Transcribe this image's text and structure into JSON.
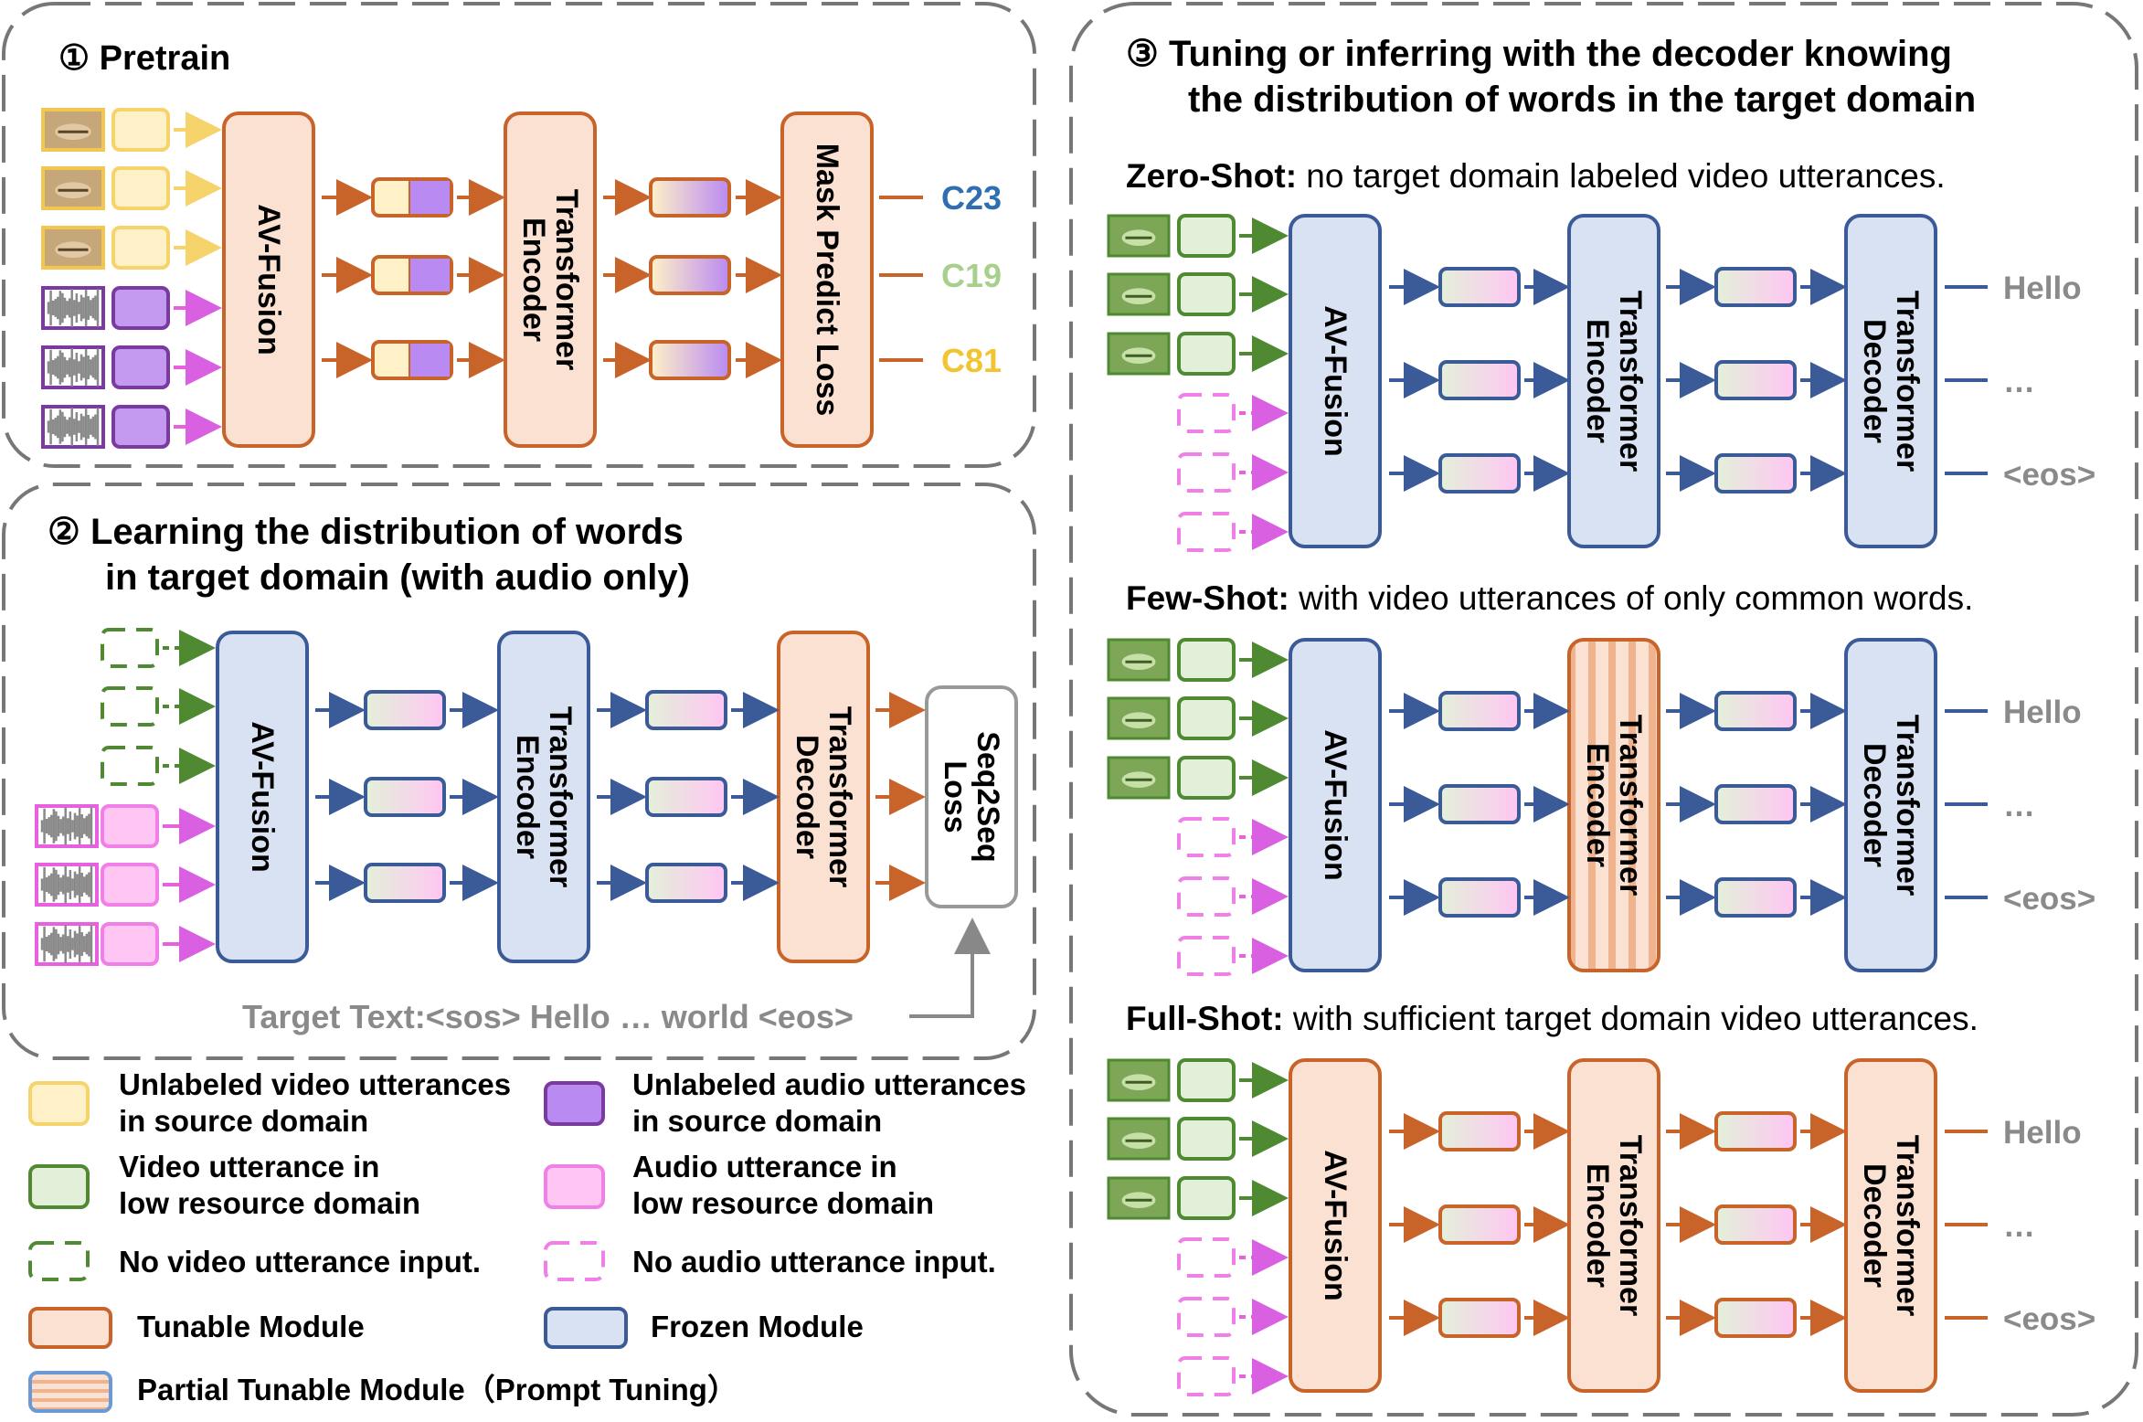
{
  "colors": {
    "orange": "#c8642a",
    "orange_fill": "#fbe1d2",
    "blue": "#3b5a98",
    "blue_fill": "#d9e2f3",
    "yellow": "#f6d36b",
    "yellow_fill": "#fff1c7",
    "purple": "#7a3aa0",
    "purple_fill": "#c49af0",
    "green": "#4f8a32",
    "green_fill": "#e3f0d9",
    "pink": "#e860e0",
    "pink_fill": "#ffc6f3",
    "gray": "#888888"
  },
  "panel1": {
    "title": "① Pretrain",
    "av_fusion": "AV-Fusion",
    "encoder": [
      "Transformer",
      "Encoder"
    ],
    "loss": "Mask Predict Loss",
    "outputs": [
      "C23",
      "C19",
      "C81"
    ],
    "output_colors": [
      "#2f6eb0",
      "#a8d08d",
      "#f2c431"
    ]
  },
  "panel2": {
    "title_line1": "② Learning the distribution of words",
    "title_line2": "in target domain (with audio only)",
    "av_fusion": "AV-Fusion",
    "encoder": [
      "Transformer",
      "Encoder"
    ],
    "decoder": [
      "Transformer",
      "Decoder"
    ],
    "loss": [
      "Seq2Seq",
      "Loss"
    ],
    "target_text": "Target Text:<sos> Hello … world <eos>"
  },
  "panel3": {
    "title_line1": "③ Tuning or inferring with the decoder knowing",
    "title_line2": "the distribution of words in the target domain",
    "av_fusion": "AV-Fusion",
    "encoder": [
      "Transformer",
      "Encoder"
    ],
    "decoder": [
      "Transformer",
      "Decoder"
    ],
    "outputs": [
      "Hello",
      "…",
      "<eos>"
    ],
    "sections": [
      {
        "label": "Zero-Shot:",
        "desc": " no target domain labeled video utterances."
      },
      {
        "label": "Few-Shot:",
        "desc": " with video utterances of only common words."
      },
      {
        "label": "Full-Shot:",
        "desc": " with sufficient target domain video utterances."
      }
    ]
  },
  "legend": {
    "unlabeled_video": [
      "Unlabeled video utterances",
      "in source domain"
    ],
    "unlabeled_audio": [
      "Unlabeled audio utterances",
      "in source domain"
    ],
    "video_low": [
      "Video utterance in",
      "low resource domain"
    ],
    "audio_low": [
      "Audio utterance in",
      "low resource domain"
    ],
    "no_video": "No video utterance input.",
    "no_audio": "No audio utterance input.",
    "tunable": "Tunable Module",
    "frozen": "Frozen Module",
    "partial": "Partial Tunable Module（Prompt Tuning）"
  }
}
